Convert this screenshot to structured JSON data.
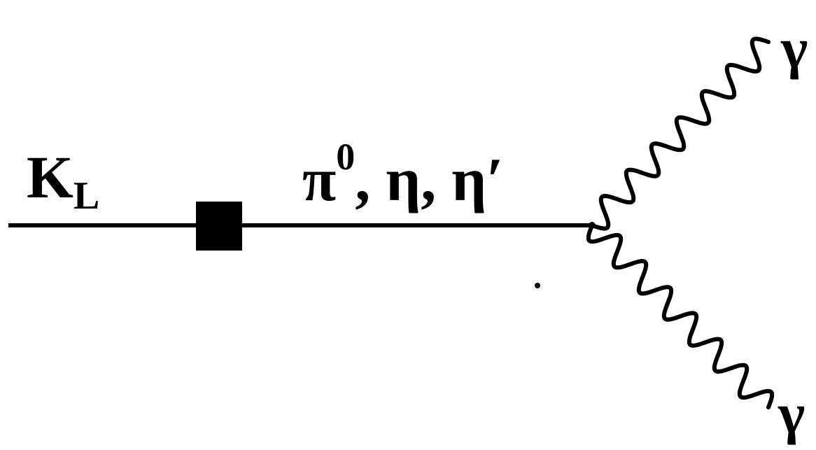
{
  "diagram": {
    "incoming_particle": {
      "symbol": "K",
      "subscript": "L"
    },
    "intermediate_states": {
      "pi_symbol": "π",
      "pi_superscript": "0",
      "rest": ", η, η′"
    },
    "outgoing_photon_top": "γ",
    "outgoing_photon_bottom": "γ",
    "colors": {
      "ink": "#000000",
      "background": "#ffffff"
    },
    "icons": {
      "weak_vertex": "filled-square",
      "photon": "wavy-line"
    }
  }
}
